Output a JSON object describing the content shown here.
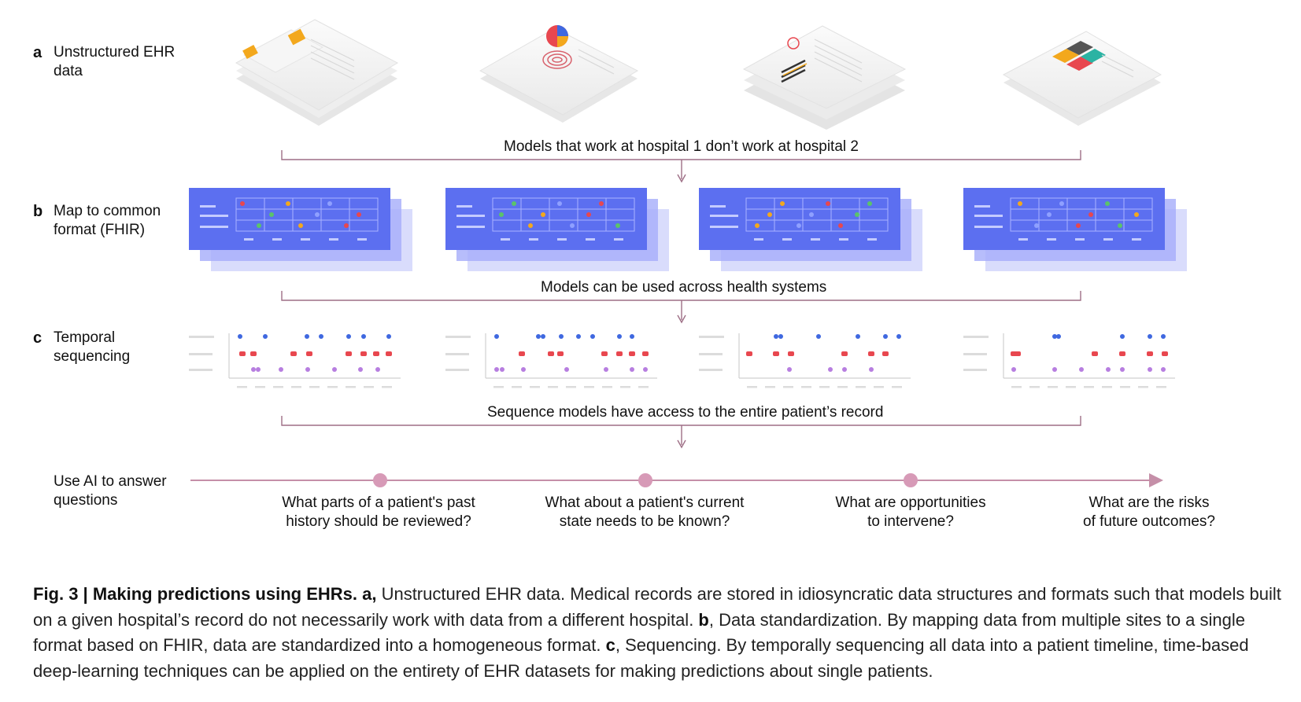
{
  "rows": {
    "a": {
      "letter": "a",
      "label_line1": "Unstructured EHR",
      "label_line2": "data"
    },
    "b": {
      "letter": "b",
      "label_line1": "Map to common",
      "label_line2": "format (FHIR)"
    },
    "c": {
      "letter": "c",
      "label_line1": "Temporal",
      "label_line2": "sequencing"
    },
    "d": {
      "label_line1": "Use AI to answer",
      "label_line2": "questions"
    }
  },
  "bracket_captions": {
    "a": "Models that work at hospital 1 don’t work at hospital 2",
    "b": "Models can be used across health systems",
    "c": "Sequence models have access to the entire patient’s record"
  },
  "questions": [
    {
      "line1": "What parts of a patient's past",
      "line2": "history should be reviewed?"
    },
    {
      "line1": "What about a patient's current",
      "line2": "state needs to be known?"
    },
    {
      "line1": "What are opportunities",
      "line2": "to intervene?"
    },
    {
      "line1": "What are the risks",
      "line2": "of future outcomes?"
    }
  ],
  "figure_caption": {
    "bold": "Fig. 3 | Making predictions using EHRs. a,",
    "part_a": " Unstructured EHR data. Medical records are stored in idiosyncratic data structures and formats such that models built on a given hospital’s record do not necessarily work with data from a different hospital. ",
    "b_letter": "b",
    "part_b": ", Data standardization. By mapping data from multiple sites to a single format based on FHIR, data are standardized into a homogeneous format. ",
    "c_letter": "c",
    "part_c": ", Sequencing. By temporally sequencing all data into a patient timeline, time-based deep-learning techniques can be applied on the entirety of EHR datasets for making predictions about single patients."
  },
  "colors": {
    "bracket": "#9e6f86",
    "timeline": "#c58fa8",
    "fhir_panel": "#5c6ff0",
    "fhir_shadow": "#c9cdfb",
    "dot_blue": "#3f68e0",
    "dot_red": "#e8474f",
    "dot_purple": "#b77ee0"
  }
}
